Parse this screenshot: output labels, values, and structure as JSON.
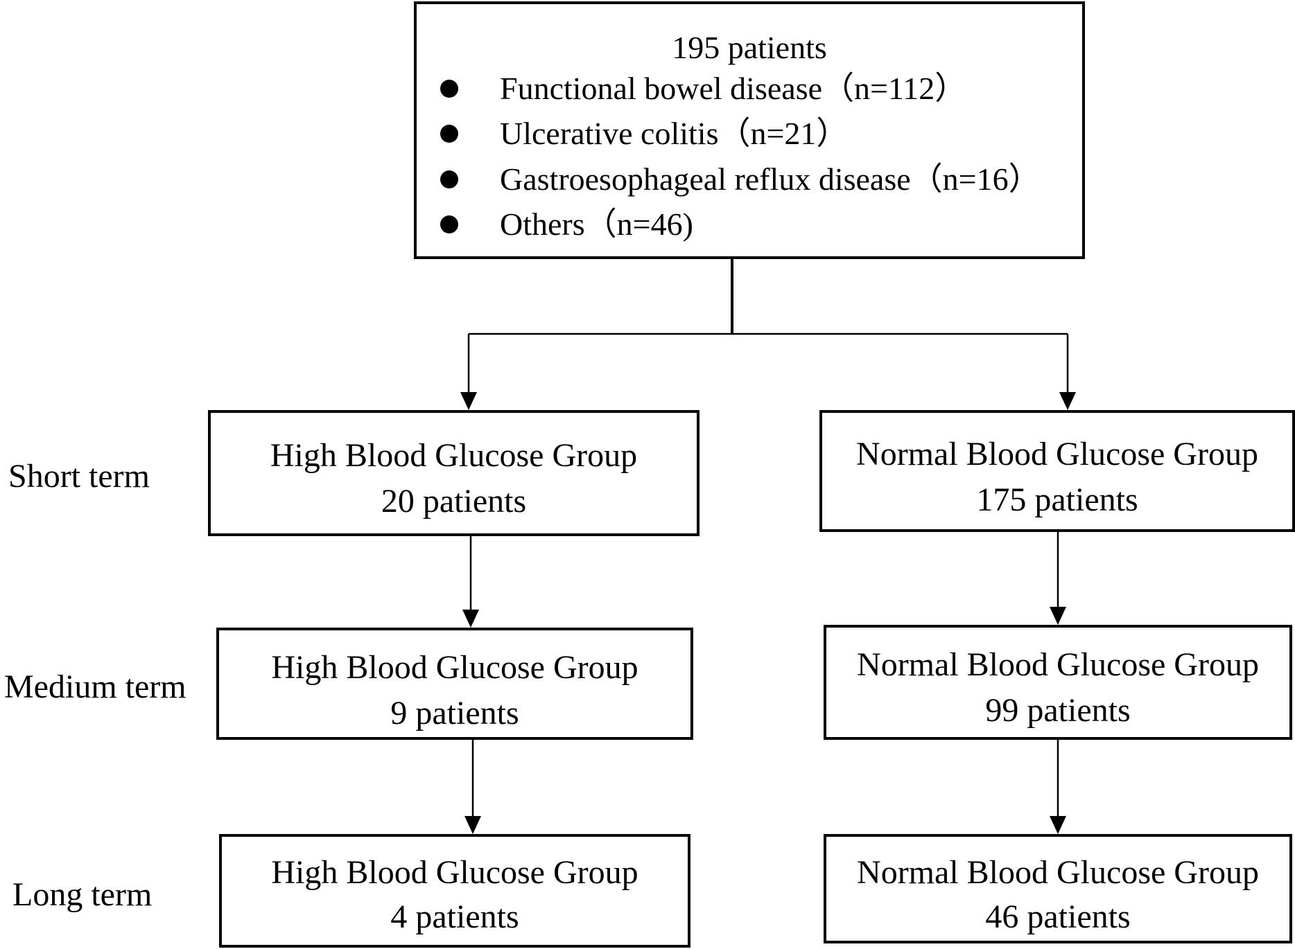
{
  "top_box": {
    "title": "195 patients",
    "items": [
      {
        "label": "Functional bowel disease（n=112）"
      },
      {
        "label": "Ulcerative colitis（n=21）"
      },
      {
        "label": "Gastroesophageal reflux disease（n=16）"
      },
      {
        "label": "Others（n=46)"
      }
    ]
  },
  "rows": [
    {
      "label": "Short term",
      "high": {
        "group": "High Blood Glucose Group",
        "count": "20 patients"
      },
      "normal": {
        "group": "Normal Blood Glucose Group",
        "count": "175 patients"
      }
    },
    {
      "label": "Medium term",
      "high": {
        "group": "High Blood Glucose Group",
        "count": "9 patients"
      },
      "normal": {
        "group": "Normal Blood Glucose Group",
        "count": "99 patients"
      }
    },
    {
      "label": "Long term",
      "high": {
        "group": "High Blood Glucose Group",
        "count": "4 patients"
      },
      "normal": {
        "group": "Normal Blood Glucose Group",
        "count": "46 patients"
      }
    }
  ]
}
